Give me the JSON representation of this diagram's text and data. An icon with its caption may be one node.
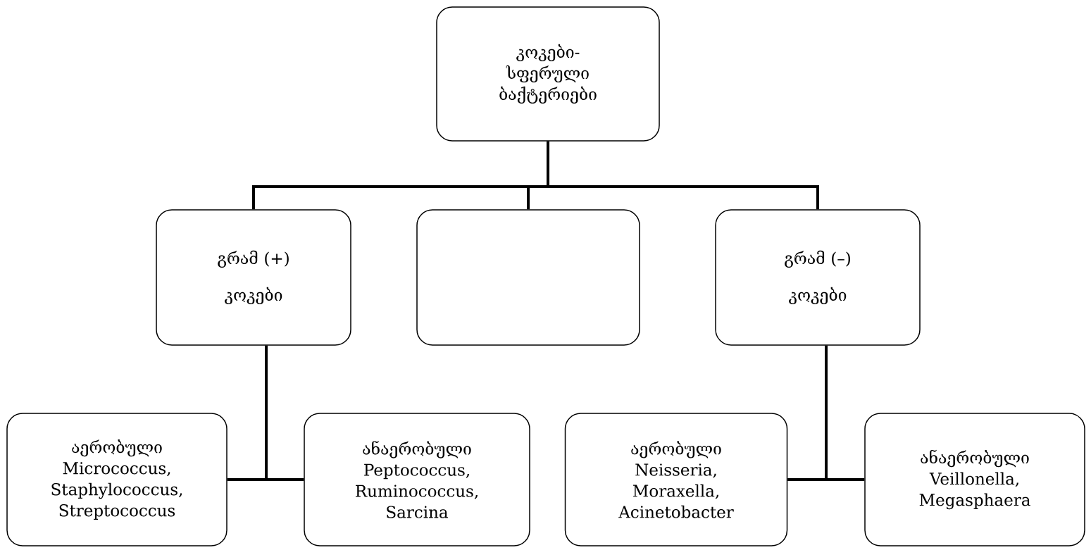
{
  "diagram": {
    "nodes": [
      {
        "text": [
          "კოკები- სფერული ბაქტერიები"
        ]
      },
      {
        "text": [
          "გრამ (+)",
          "კოკები"
        ]
      },
      {
        "text": [],
        "shape": "box"
      },
      {
        "text": [
          "გრამ (–)",
          "კოკები"
        ]
      },
      {
        "text": [
          "აერობული",
          "Micrococcus, Staphylococcus, Streptococcus"
        ]
      },
      {
        "text": [
          "ანაერობული",
          "Peptococcus, Ruminococcus, Sarcina"
        ]
      },
      {
        "text": [
          "აერობული",
          "Neisseria, Moraxella, Acinetobacter"
        ]
      },
      {
        "text": [
          "ანაერობული",
          "Veillonella, Megasphaera"
        ]
      }
    ],
    "edges": [
      {
        "from": 0,
        "to": 1,
        "arrow": "none"
      },
      {
        "from": 0,
        "to": 2,
        "arrow": "none"
      },
      {
        "from": 0,
        "to": 3,
        "arrow": "none"
      },
      {
        "from": 1,
        "to": 4,
        "arrow": "none"
      },
      {
        "from": 1,
        "to": 5,
        "arrow": "none"
      },
      {
        "from": 3,
        "to": 6,
        "arrow": "none"
      },
      {
        "from": 3,
        "to": 7,
        "arrow": "none"
      }
    ]
  }
}
